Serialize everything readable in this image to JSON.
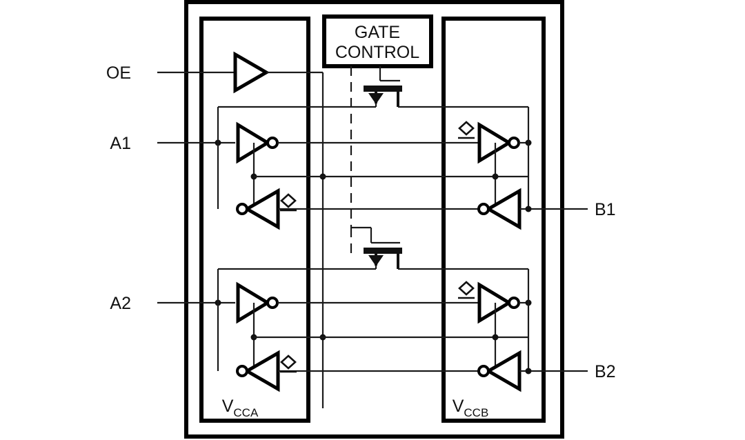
{
  "diagram": {
    "title": "Dual-supply bus transceiver functional block diagram",
    "type": "logic-block-diagram",
    "background_color": "#ffffff",
    "line_color": "#111111"
  },
  "blocks": {
    "gate_control": {
      "label_line1": "GATE",
      "label_line2": "CONTROL",
      "name": "gate-control-block"
    },
    "vcca_rail": {
      "label": "V",
      "subscript": "CCA"
    },
    "vccb_rail": {
      "label": "V",
      "subscript": "CCB"
    }
  },
  "pins": {
    "oe": {
      "label": "OE"
    },
    "a1": {
      "label": "A1"
    },
    "a2": {
      "label": "A2"
    },
    "b1": {
      "label": "B1"
    },
    "b2": {
      "label": "B2"
    }
  },
  "symbols": {
    "buffer": "buffer-triangle",
    "inverter": "inverter-triangle-with-bubble",
    "open_drain": "open-drain-diamond",
    "pass_transistor": "n-channel-mosfet"
  },
  "channels": [
    {
      "name": "channel-1",
      "a_pin": "A1",
      "b_pin": "B1"
    },
    {
      "name": "channel-2",
      "a_pin": "A2",
      "b_pin": "B2"
    }
  ]
}
